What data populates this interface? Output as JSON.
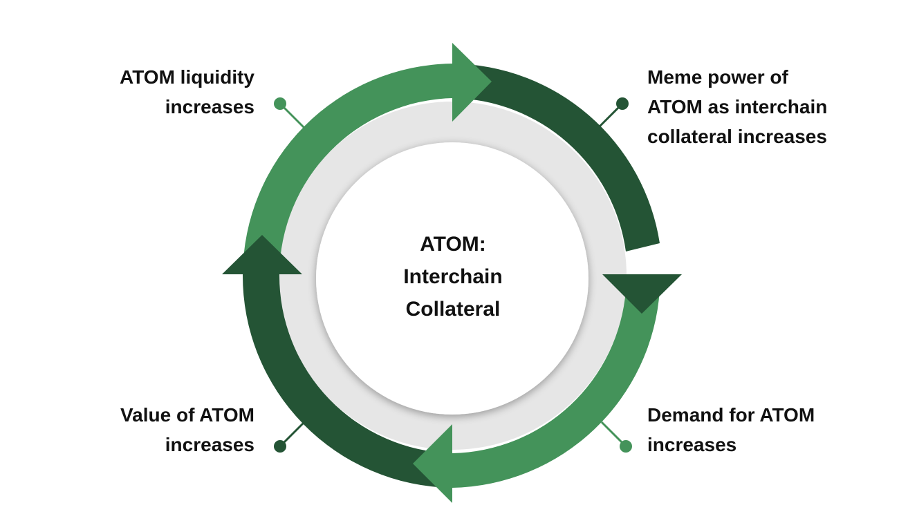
{
  "center": {
    "lines": [
      "ATOM:",
      "Interchain",
      "Collateral"
    ]
  },
  "steps": [
    {
      "position": "top-right",
      "lines": [
        "Meme power of",
        "ATOM as interchain",
        "collateral increases"
      ]
    },
    {
      "position": "bottom-right",
      "lines": [
        "Demand for ATOM",
        "increases"
      ]
    },
    {
      "position": "bottom-left",
      "lines": [
        "Value of ATOM",
        "increases"
      ]
    },
    {
      "position": "top-left",
      "lines": [
        "ATOM liquidity",
        "increases"
      ]
    }
  ],
  "colors": {
    "light_green": "#44935a",
    "dark_green": "#245435",
    "inner_ring": "#e6e6e6",
    "center_disc": "#ffffff",
    "text": "#111111"
  }
}
